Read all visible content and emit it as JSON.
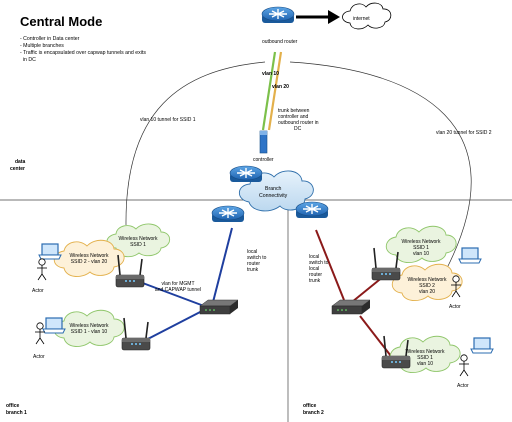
{
  "title": "Central Mode",
  "notes": [
    "- Controller in Data center",
    "- Multiple branches",
    "- Traffic is encapsulated over capwap tunnels and exits",
    "  in DC"
  ],
  "internet_label": "internet",
  "outbound_router_label": "outbound router",
  "vlan10_label": "vlan 10",
  "vlan20_label": "vlan 20",
  "trunk_label": [
    "trunk between",
    "controller and",
    "outbound router in",
    "DC"
  ],
  "controller_label": "controller",
  "tunnel1_label": "vlan 10 tunnel for SSID 1",
  "tunnel2_label": "vlan 20 tunnel for SSID 2",
  "datacenter_label": [
    "data",
    "center"
  ],
  "branch_connectivity_label": [
    "Branch",
    "Connectivity"
  ],
  "branch1_cloud_top": [
    "Wireless Network",
    "SSID 1"
  ],
  "branch1_cloud_mid": [
    "Wireless Network",
    "SSID 2 - vlan 20"
  ],
  "branch1_cloud_bot": [
    "Wireless Network",
    "SSID 1 - vlan 10"
  ],
  "branch1_switch_label": [
    "local",
    "switch to",
    "router",
    "trunk"
  ],
  "branch1_vlan_label": [
    "vlan for MGMT",
    "and CAPWAP tunnel"
  ],
  "branch2_switch_label": [
    "local",
    "switch to",
    "local",
    "router",
    "trunk"
  ],
  "branch2_cloud_top": [
    "Wireless Network",
    "SSID 1",
    "vlan 10"
  ],
  "branch2_cloud_mid": [
    "Wireless Network",
    "SSID 2",
    "vlan 20"
  ],
  "branch2_cloud_bot": [
    "Wireless Network",
    "SSID 1",
    "vlan 10"
  ],
  "actor_label": "Actor",
  "office1_label": [
    "office",
    "branch 1"
  ],
  "office2_label": [
    "office",
    "branch 2"
  ]
}
